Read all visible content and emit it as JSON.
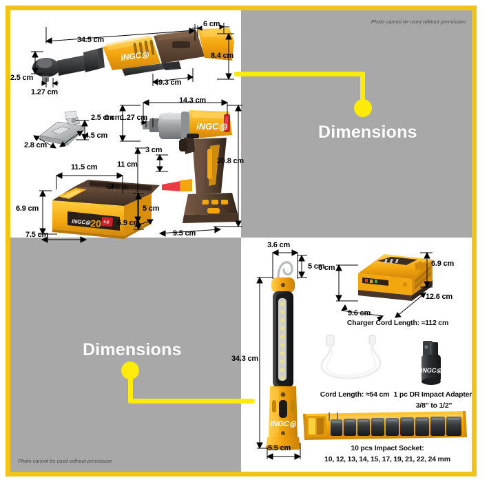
{
  "meta": {
    "headline": "Dimensions",
    "watermark": "Photo cannot be used without permission",
    "brand": "INGCO",
    "accent_yellow": "#FFEB0A",
    "frame_gold": "#F2C318",
    "panel_grey": "#A8A8A8"
  },
  "ratchet_wrench": {
    "name": "Cordless Ratchet Wrench",
    "dims": {
      "overall_length": "34.5 cm",
      "head_height": "2.5 cm",
      "drive_size": "1.27 cm",
      "battery_port_width": "6 cm",
      "body_height": "8.4 cm",
      "base_length": "9.3 cm"
    }
  },
  "belt_hook": {
    "name": "Belt Hook / Clip",
    "dims": {
      "height": "2.5 cm",
      "width": "4.5 cm",
      "depth": "2.8 cm"
    }
  },
  "impact_wrench": {
    "name": "Cordless Impact Wrench",
    "dims": {
      "body_length": "14.3 cm",
      "anvil_height": "6 cm",
      "drive_size": "1.27 cm",
      "trigger_height": "3 cm",
      "grip_height": "11 cm",
      "total_height": "20.8 cm",
      "base_depth": "6.9 cm",
      "base_length": "9.5 cm"
    }
  },
  "battery": {
    "name": "20V Li-ion Battery Pack 4.0Ah",
    "label_voltage": "20",
    "label_ah": "4.0 Ah",
    "dims": {
      "length": "11.5 cm",
      "height": "6.9 cm",
      "side_height": "5 cm",
      "depth": "7.5 cm"
    }
  },
  "work_light": {
    "name": "Cordless Work Light",
    "dims": {
      "hook_width": "3.6 cm",
      "hook_height": "5 cm",
      "total_length": "34.3 cm",
      "base_width": "5.5 cm"
    }
  },
  "charger": {
    "name": "Fast Charger",
    "dims": {
      "height": "6 cm",
      "side_height": "6.9 cm",
      "width": "9.6 cm",
      "depth": "12.6 cm"
    },
    "cord_caption": "Charger Cord Length: ≈112 cm"
  },
  "usb_cord": {
    "name": "USB Charging Cord",
    "caption": "Cord Length: ≈54 cm"
  },
  "impact_adapter": {
    "name": "DR Impact Adapter",
    "caption_line1": "1 pc DR Impact Adapter:",
    "caption_line2": "3/8\" to 1/2\""
  },
  "socket_set": {
    "name": "Impact Socket Set",
    "caption_line1": "10 pcs Impact Socket:",
    "caption_line2": "10, 12, 13, 14, 15, 17, 19, 21, 22, 24 mm"
  }
}
